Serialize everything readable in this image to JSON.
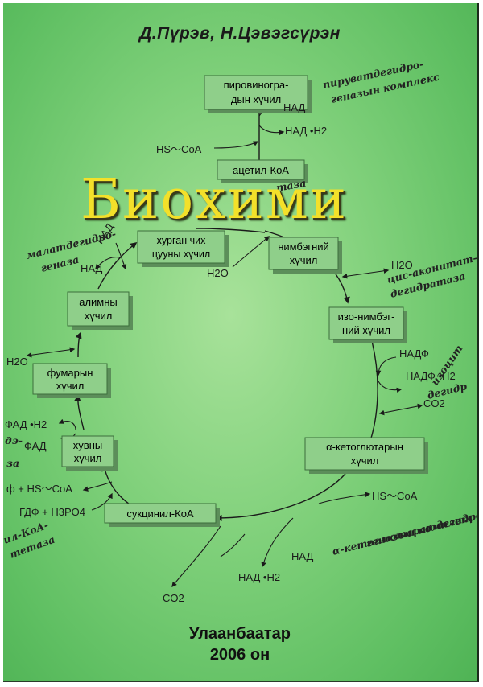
{
  "cover": {
    "authors": "Д.Пүрэв,  Н.Цэвэгсүрэн",
    "title": "Биохими",
    "city": "Улаанбаатар",
    "year": "2006 он"
  },
  "diagram": {
    "pyruvate": [
      "пировиногра-",
      "дын хүчил"
    ],
    "acetyl": "ацетил-КоА",
    "oxaloacetate": [
      "хурган чих",
      "цууны хүчил"
    ],
    "citrate": [
      "нимбэгний",
      "хүчил"
    ],
    "isocitrate": [
      "изо-нимбэг-",
      "ний хүчил"
    ],
    "ketoglutarate": [
      "α-кетоглютарын",
      "хүчил"
    ],
    "succinyl": "сукцинил-КоА",
    "succinate": [
      "хувны",
      "хүчил"
    ],
    "fumarate": [
      "фумарын",
      "хүчил"
    ],
    "malate": [
      "алимны",
      "хүчил"
    ],
    "nad": "НАД",
    "nadh": "НАД •H2",
    "hs_coa": "HS～CoA",
    "h2o": "H2O",
    "co2": "CO2",
    "nadf": "НАДФ",
    "nadfh": "НАДФ •H2",
    "fad": "ФАД",
    "fadh": "ФАД •H2",
    "gtp_line": "ф + HS～CoA",
    "gdp_line": "ГДФ + H3PO4",
    "nad_frag": "НАД",
    "hand_pyruvate": [
      "пируватдегидро-",
      "геназын комплекс"
    ],
    "hand_acetyl_frag": "таза",
    "hand_malate": [
      "малатдегидро-",
      "геназа"
    ],
    "hand_aconitate": [
      "цис-аконитат-",
      "дегидратаза"
    ],
    "hand_isocitrate": [
      "изоцит",
      "дегидр"
    ],
    "hand_ketoglutarate": [
      "α-кетоглютаратдегидро-",
      "геназын комплекс"
    ],
    "hand_fad_frag": [
      "дэ-",
      "за"
    ],
    "hand_succinyl": [
      "ил-КоА-",
      "тетаза"
    ]
  }
}
